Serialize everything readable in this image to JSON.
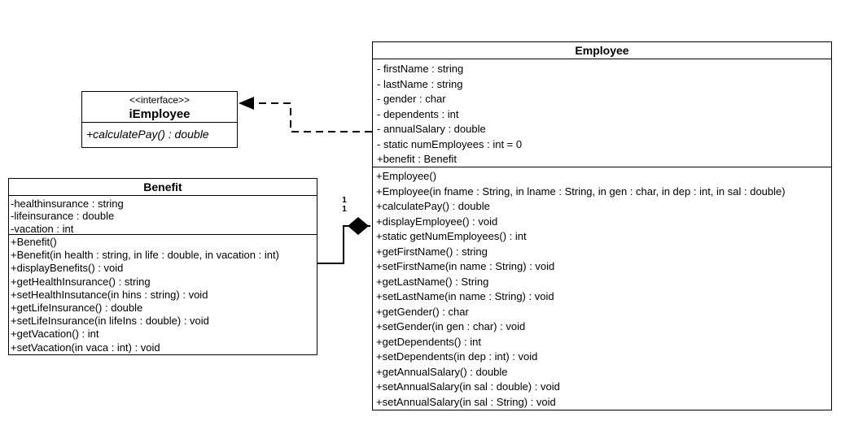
{
  "diagram": {
    "background_color": "#ffffff",
    "stroke_color": "#000000",
    "type": "uml-class-diagram"
  },
  "interface_box": {
    "stereotype": "<<interface>>",
    "name": "iEmployee",
    "methods": [
      "+calculatePay() : double"
    ]
  },
  "benefit_class": {
    "name": "Benefit",
    "attributes": [
      "-healthinsurance : string",
      "-lifeinsurance : double",
      "-vacation : int"
    ],
    "methods": [
      "+Benefit()",
      "+Benefit(in health : string, in life : double, in vacation : int)",
      "+displayBenefits() : void",
      "+getHealthInsurance() : string",
      "+setHealthInsutance(in hins : string) : void",
      "+getLifeInsurance() : double",
      "+setLifeInsurance(in lifeIns : double) : void",
      "+getVacation() : int",
      "+setVacation(in vaca : int) : void"
    ]
  },
  "employee_class": {
    "name": "Employee",
    "attributes": [
      "- firstName : string",
      "- lastName : string",
      "- gender : char",
      "- dependents : int",
      "- annualSalary : double",
      "- static numEmployees : int = 0",
      "+benefit : Benefit"
    ],
    "methods": [
      "+Employee()",
      "+Employee(in fname : String, in lname : String, in gen : char, in dep : int, in sal : double)",
      "+calculatePay() : double",
      "+displayEmployee() : void",
      "+static getNumEmployees() : int",
      "+getFirstName() : string",
      "+setFirstName(in name : String) : void",
      "+getLastName() : String",
      "+setLastName(in name : String) : void",
      "+getGender() : char",
      "+setGender(in gen : char) : void",
      "+getDependents() : int",
      "+setDependents(in dep : int) : void",
      "+getAnnualSalary() : double",
      "+setAnnualSalary(in sal : double) : void",
      "+setAnnualSalary(in sal : String) : void"
    ]
  },
  "composition": {
    "multiplicity_top": "1",
    "multiplicity_bottom": "1"
  }
}
